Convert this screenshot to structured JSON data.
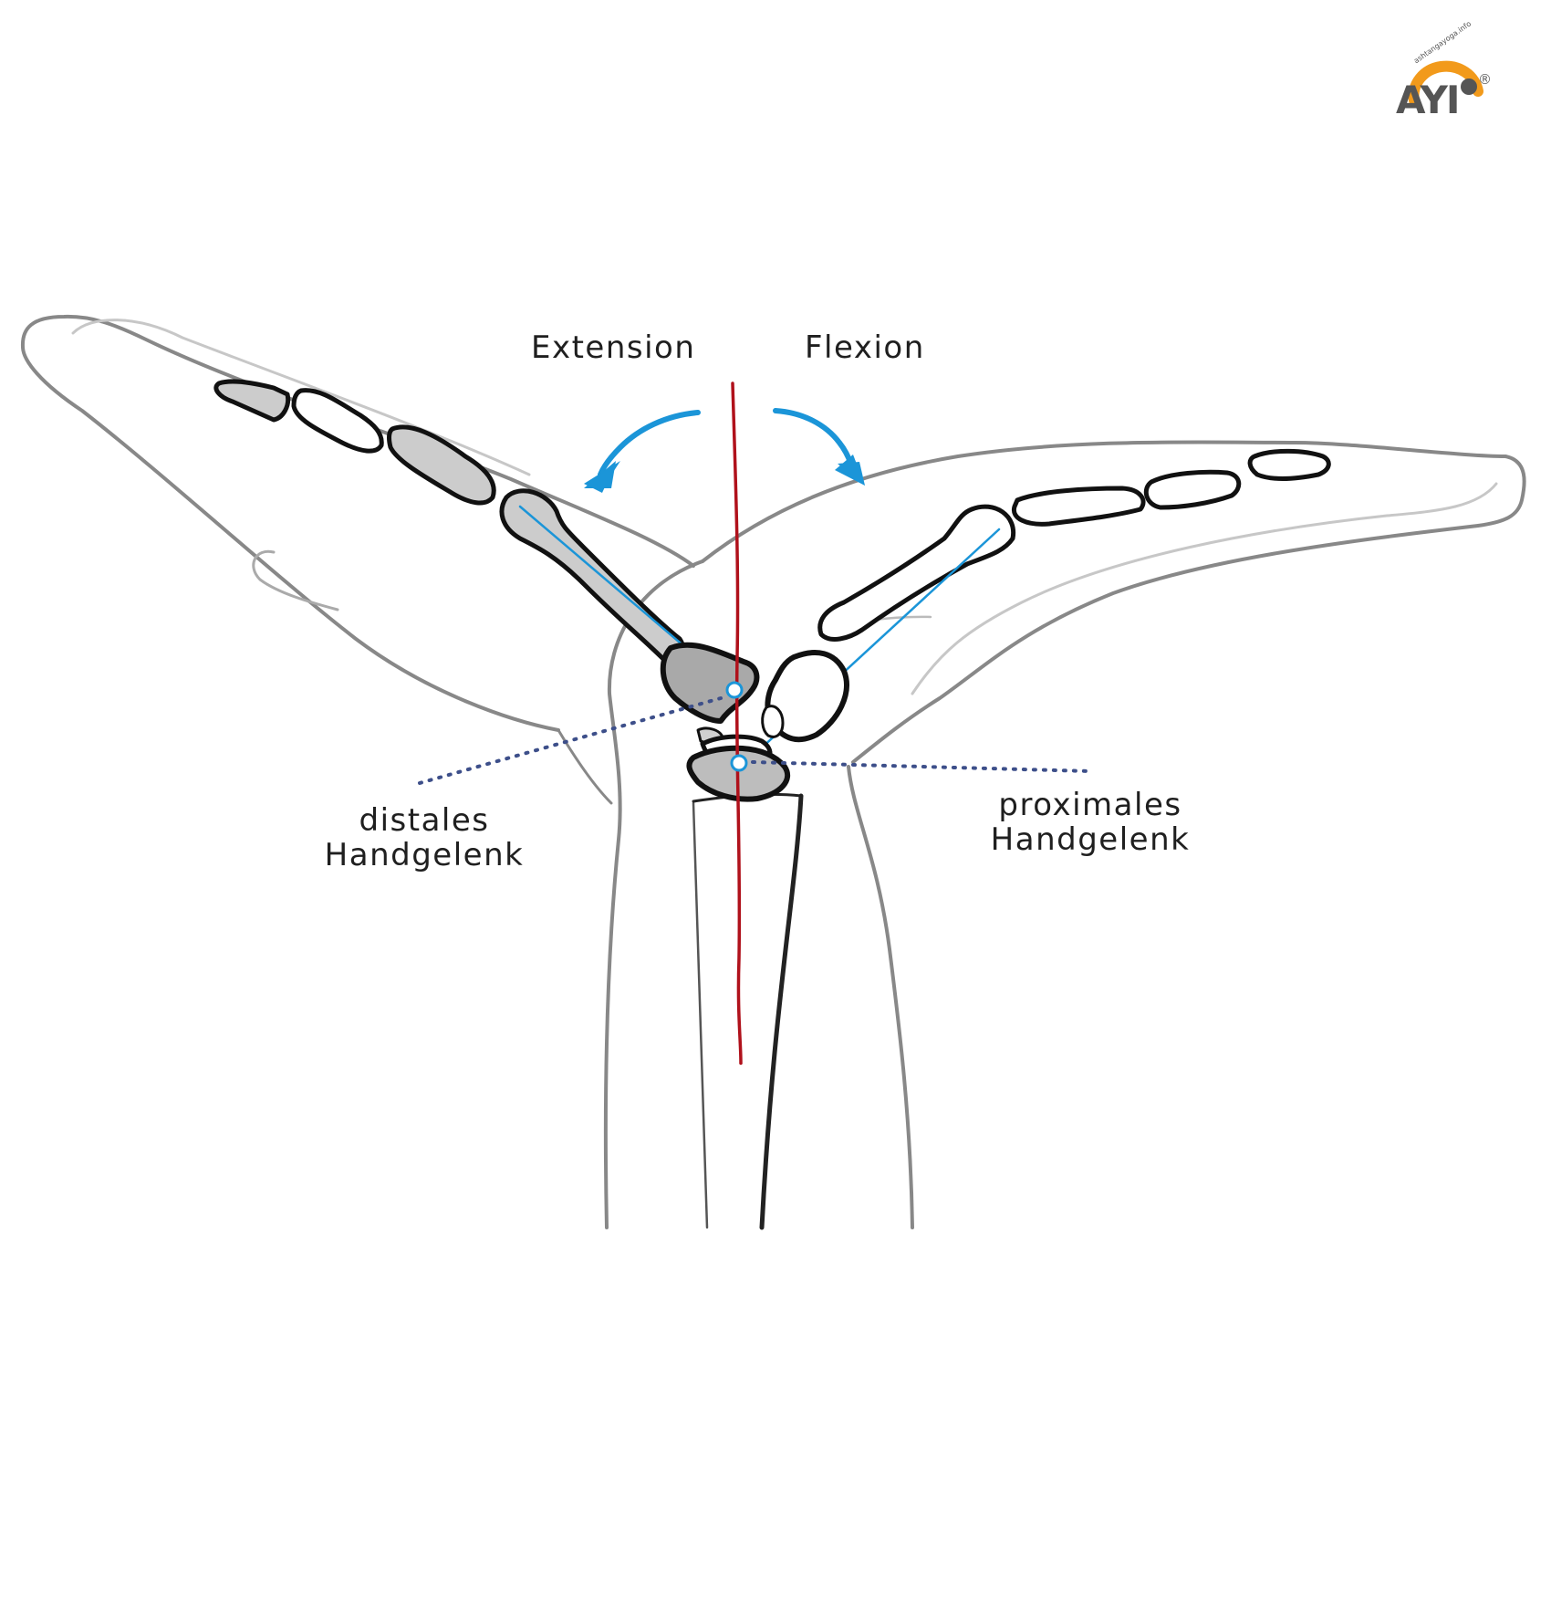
{
  "labels": {
    "extension": "Extension",
    "flexion": "Flexion",
    "distal_line1": "distales",
    "distal_line2": "Handgelenk",
    "proximal_line1": "proximales",
    "proximal_line2": "Handgelenk"
  },
  "logo": {
    "letters": "AYI",
    "registered": "®",
    "url": "ashtangayoga.info"
  },
  "colors": {
    "outline": "#888888",
    "bone_outline": "#111111",
    "bone_shaded": "#bdbdbd",
    "axis_line": "#b0111b",
    "arrow": "#1b95d8",
    "pointer_dots": "#3d4f8a",
    "logo_orange": "#f29a1b",
    "logo_grey": "#555555"
  }
}
